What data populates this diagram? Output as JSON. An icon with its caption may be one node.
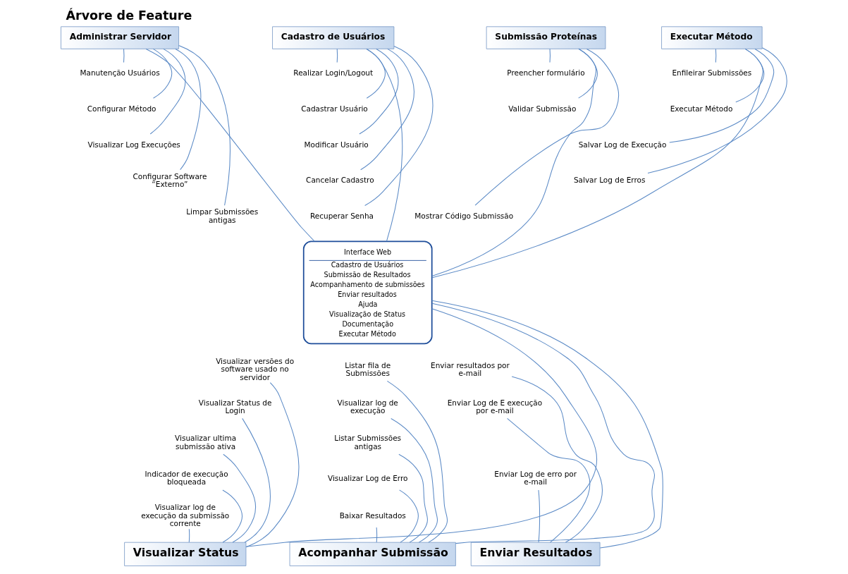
{
  "diagram": {
    "title": "Árvore de Feature",
    "nodes": [
      {
        "text": [
          "Administrar Servidor"
        ]
      },
      {
        "text": [
          "Cadastro de Usuários"
        ]
      },
      {
        "text": [
          "Submissão Proteínas"
        ]
      },
      {
        "text": [
          "Executar Método"
        ]
      },
      {
        "text": [
          "Manutenção Usuários"
        ]
      },
      {
        "text": [
          "Configurar Método"
        ]
      },
      {
        "text": [
          "Visualizar Log Execuções"
        ]
      },
      {
        "text": [
          "Configurar Software “Externo”"
        ]
      },
      {
        "text": [
          "Limpar Submissões antigas"
        ]
      },
      {
        "text": [
          "Realizar Login/Logout"
        ]
      },
      {
        "text": [
          "Cadastrar Usuário"
        ]
      },
      {
        "text": [
          "Modificar Usuário"
        ]
      },
      {
        "text": [
          "Cancelar Cadastro"
        ]
      },
      {
        "text": [
          "Recuperar Senha"
        ]
      },
      {
        "text": [
          "Preencher formulário"
        ]
      },
      {
        "text": [
          "Validar Submissão"
        ]
      },
      {
        "text": [
          "Mostrar Código Submissão"
        ]
      },
      {
        "text": [
          "Enfileirar Submissões"
        ]
      },
      {
        "text": [
          "Executar Método"
        ]
      },
      {
        "text": [
          "Salvar Log de Execução"
        ]
      },
      {
        "text": [
          "Salvar Log de Erros"
        ]
      },
      {
        "text": [
          "Interface Web",
          "Cadastro de Usuários",
          "Submissão de Resultados",
          "Acompanhamento de submissões",
          "Enviar resultados",
          "Ajuda",
          "Visualização de Status",
          "Documentação",
          "Executar Método"
        ]
      },
      {
        "text": [
          "Visualizar versões do software usado no servidor"
        ]
      },
      {
        "text": [
          "Visualizar Status de Login"
        ]
      },
      {
        "text": [
          "Visualizar ultima submissão ativa"
        ]
      },
      {
        "text": [
          "Indicador de execução bloqueada"
        ]
      },
      {
        "text": [
          "Visualizar log de execução da submissão corrente"
        ]
      },
      {
        "text": [
          "Listar fila de Submissões"
        ]
      },
      {
        "text": [
          "Visualizar log de execução"
        ]
      },
      {
        "text": [
          "Listar Submissões antigas"
        ]
      },
      {
        "text": [
          "Visualizar Log de Erro"
        ]
      },
      {
        "text": [
          "Baixar Resultados"
        ]
      },
      {
        "text": [
          "Enviar resultados por e-mail"
        ]
      },
      {
        "text": [
          "Enviar Log de E execução por e-mail"
        ]
      },
      {
        "text": [
          "Enviar Log de erro por e-mail"
        ]
      },
      {
        "text": [
          "Visualizar Status"
        ]
      },
      {
        "text": [
          "Acompanhar Submissão"
        ]
      },
      {
        "text": [
          "Enviar Resultados"
        ]
      }
    ],
    "edges": [
      {
        "from": 4,
        "to": 0,
        "arrow": "none"
      },
      {
        "from": 5,
        "to": 0,
        "arrow": "none"
      },
      {
        "from": 6,
        "to": 0,
        "arrow": "none"
      },
      {
        "from": 7,
        "to": 0,
        "arrow": "none"
      },
      {
        "from": 8,
        "to": 0,
        "arrow": "none"
      },
      {
        "from": 9,
        "to": 1,
        "arrow": "none"
      },
      {
        "from": 10,
        "to": 1,
        "arrow": "none"
      },
      {
        "from": 11,
        "to": 1,
        "arrow": "none"
      },
      {
        "from": 12,
        "to": 1,
        "arrow": "none"
      },
      {
        "from": 13,
        "to": 1,
        "arrow": "none"
      },
      {
        "from": 14,
        "to": 2,
        "arrow": "none"
      },
      {
        "from": 15,
        "to": 2,
        "arrow": "none"
      },
      {
        "from": 16,
        "to": 2,
        "arrow": "none"
      },
      {
        "from": 17,
        "to": 3,
        "arrow": "none"
      },
      {
        "from": 18,
        "to": 3,
        "arrow": "none"
      },
      {
        "from": 19,
        "to": 3,
        "arrow": "none"
      },
      {
        "from": 20,
        "to": 3,
        "arrow": "none"
      },
      {
        "from": 22,
        "to": 35,
        "arrow": "none"
      },
      {
        "from": 23,
        "to": 35,
        "arrow": "none"
      },
      {
        "from": 24,
        "to": 35,
        "arrow": "none"
      },
      {
        "from": 25,
        "to": 35,
        "arrow": "none"
      },
      {
        "from": 26,
        "to": 35,
        "arrow": "none"
      },
      {
        "from": 27,
        "to": 36,
        "arrow": "none"
      },
      {
        "from": 28,
        "to": 36,
        "arrow": "none"
      },
      {
        "from": 29,
        "to": 36,
        "arrow": "none"
      },
      {
        "from": 30,
        "to": 36,
        "arrow": "none"
      },
      {
        "from": 31,
        "to": 36,
        "arrow": "none"
      },
      {
        "from": 32,
        "to": 37,
        "arrow": "none"
      },
      {
        "from": 33,
        "to": 37,
        "arrow": "none"
      },
      {
        "from": 34,
        "to": 37,
        "arrow": "none"
      },
      {
        "from": 0,
        "to": 21,
        "arrow": "none"
      },
      {
        "from": 1,
        "to": 21,
        "arrow": "none"
      },
      {
        "from": 2,
        "to": 21,
        "arrow": "none"
      },
      {
        "from": 3,
        "to": 21,
        "arrow": "none"
      },
      {
        "from": 35,
        "to": 21,
        "arrow": "none"
      },
      {
        "from": 36,
        "to": 21,
        "arrow": "none"
      },
      {
        "from": 37,
        "to": 21,
        "arrow": "none"
      }
    ]
  }
}
